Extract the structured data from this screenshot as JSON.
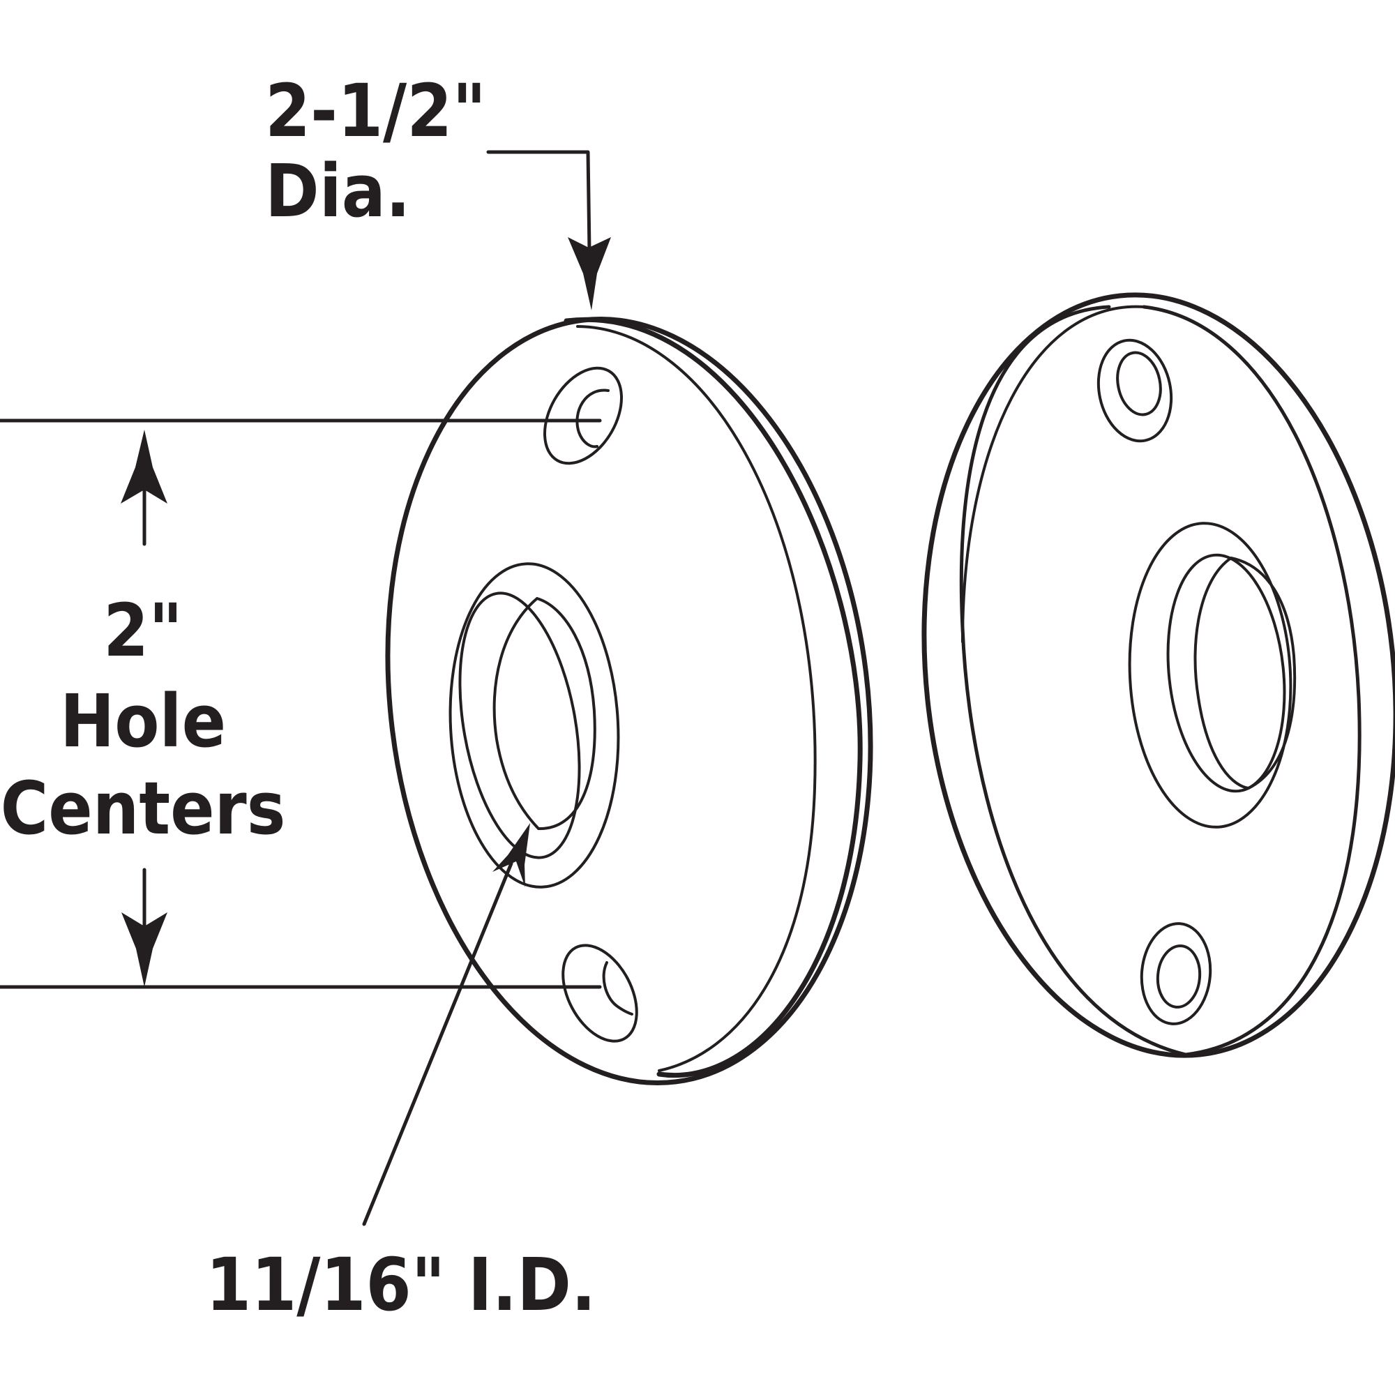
{
  "labels": {
    "diameter_value": "2-1/2\"",
    "diameter_unit": "Dia.",
    "hole_centers_value": "2\"",
    "hole_centers_line1": "Hole",
    "hole_centers_line2": "Centers",
    "inner_diameter": "11/16\" I.D."
  },
  "colors": {
    "line": "#231f20",
    "background": "#ffffff"
  }
}
